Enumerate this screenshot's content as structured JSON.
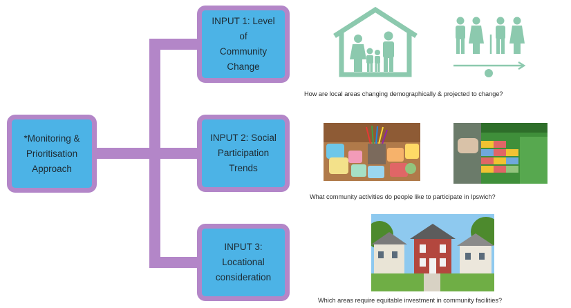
{
  "colors": {
    "box_fill": "#4cb3e6",
    "box_border": "#b386c8",
    "connector": "#b386c8",
    "icon_green": "#8cc9ae"
  },
  "root": {
    "label": "*Monitoring &\nPrioritisation\nApproach"
  },
  "inputs": [
    {
      "label": "INPUT 1: Level of\nCommunity\nChange",
      "caption": "How are local areas changing demographically & projected to change?",
      "images": [
        "house-family-icon",
        "generations-timeline-icon"
      ]
    },
    {
      "label": "INPUT 2: Social\nParticipation\nTrends",
      "caption": "What community activities do people like to participate in Ipswich?",
      "images": [
        "craft-supplies-photo",
        "building-blocks-photo"
      ]
    },
    {
      "label": "INPUT 3:\nLocational\nconsideration",
      "caption": "Which areas require equitable investment in community facilities?",
      "images": [
        "suburban-houses-photo"
      ]
    }
  ]
}
